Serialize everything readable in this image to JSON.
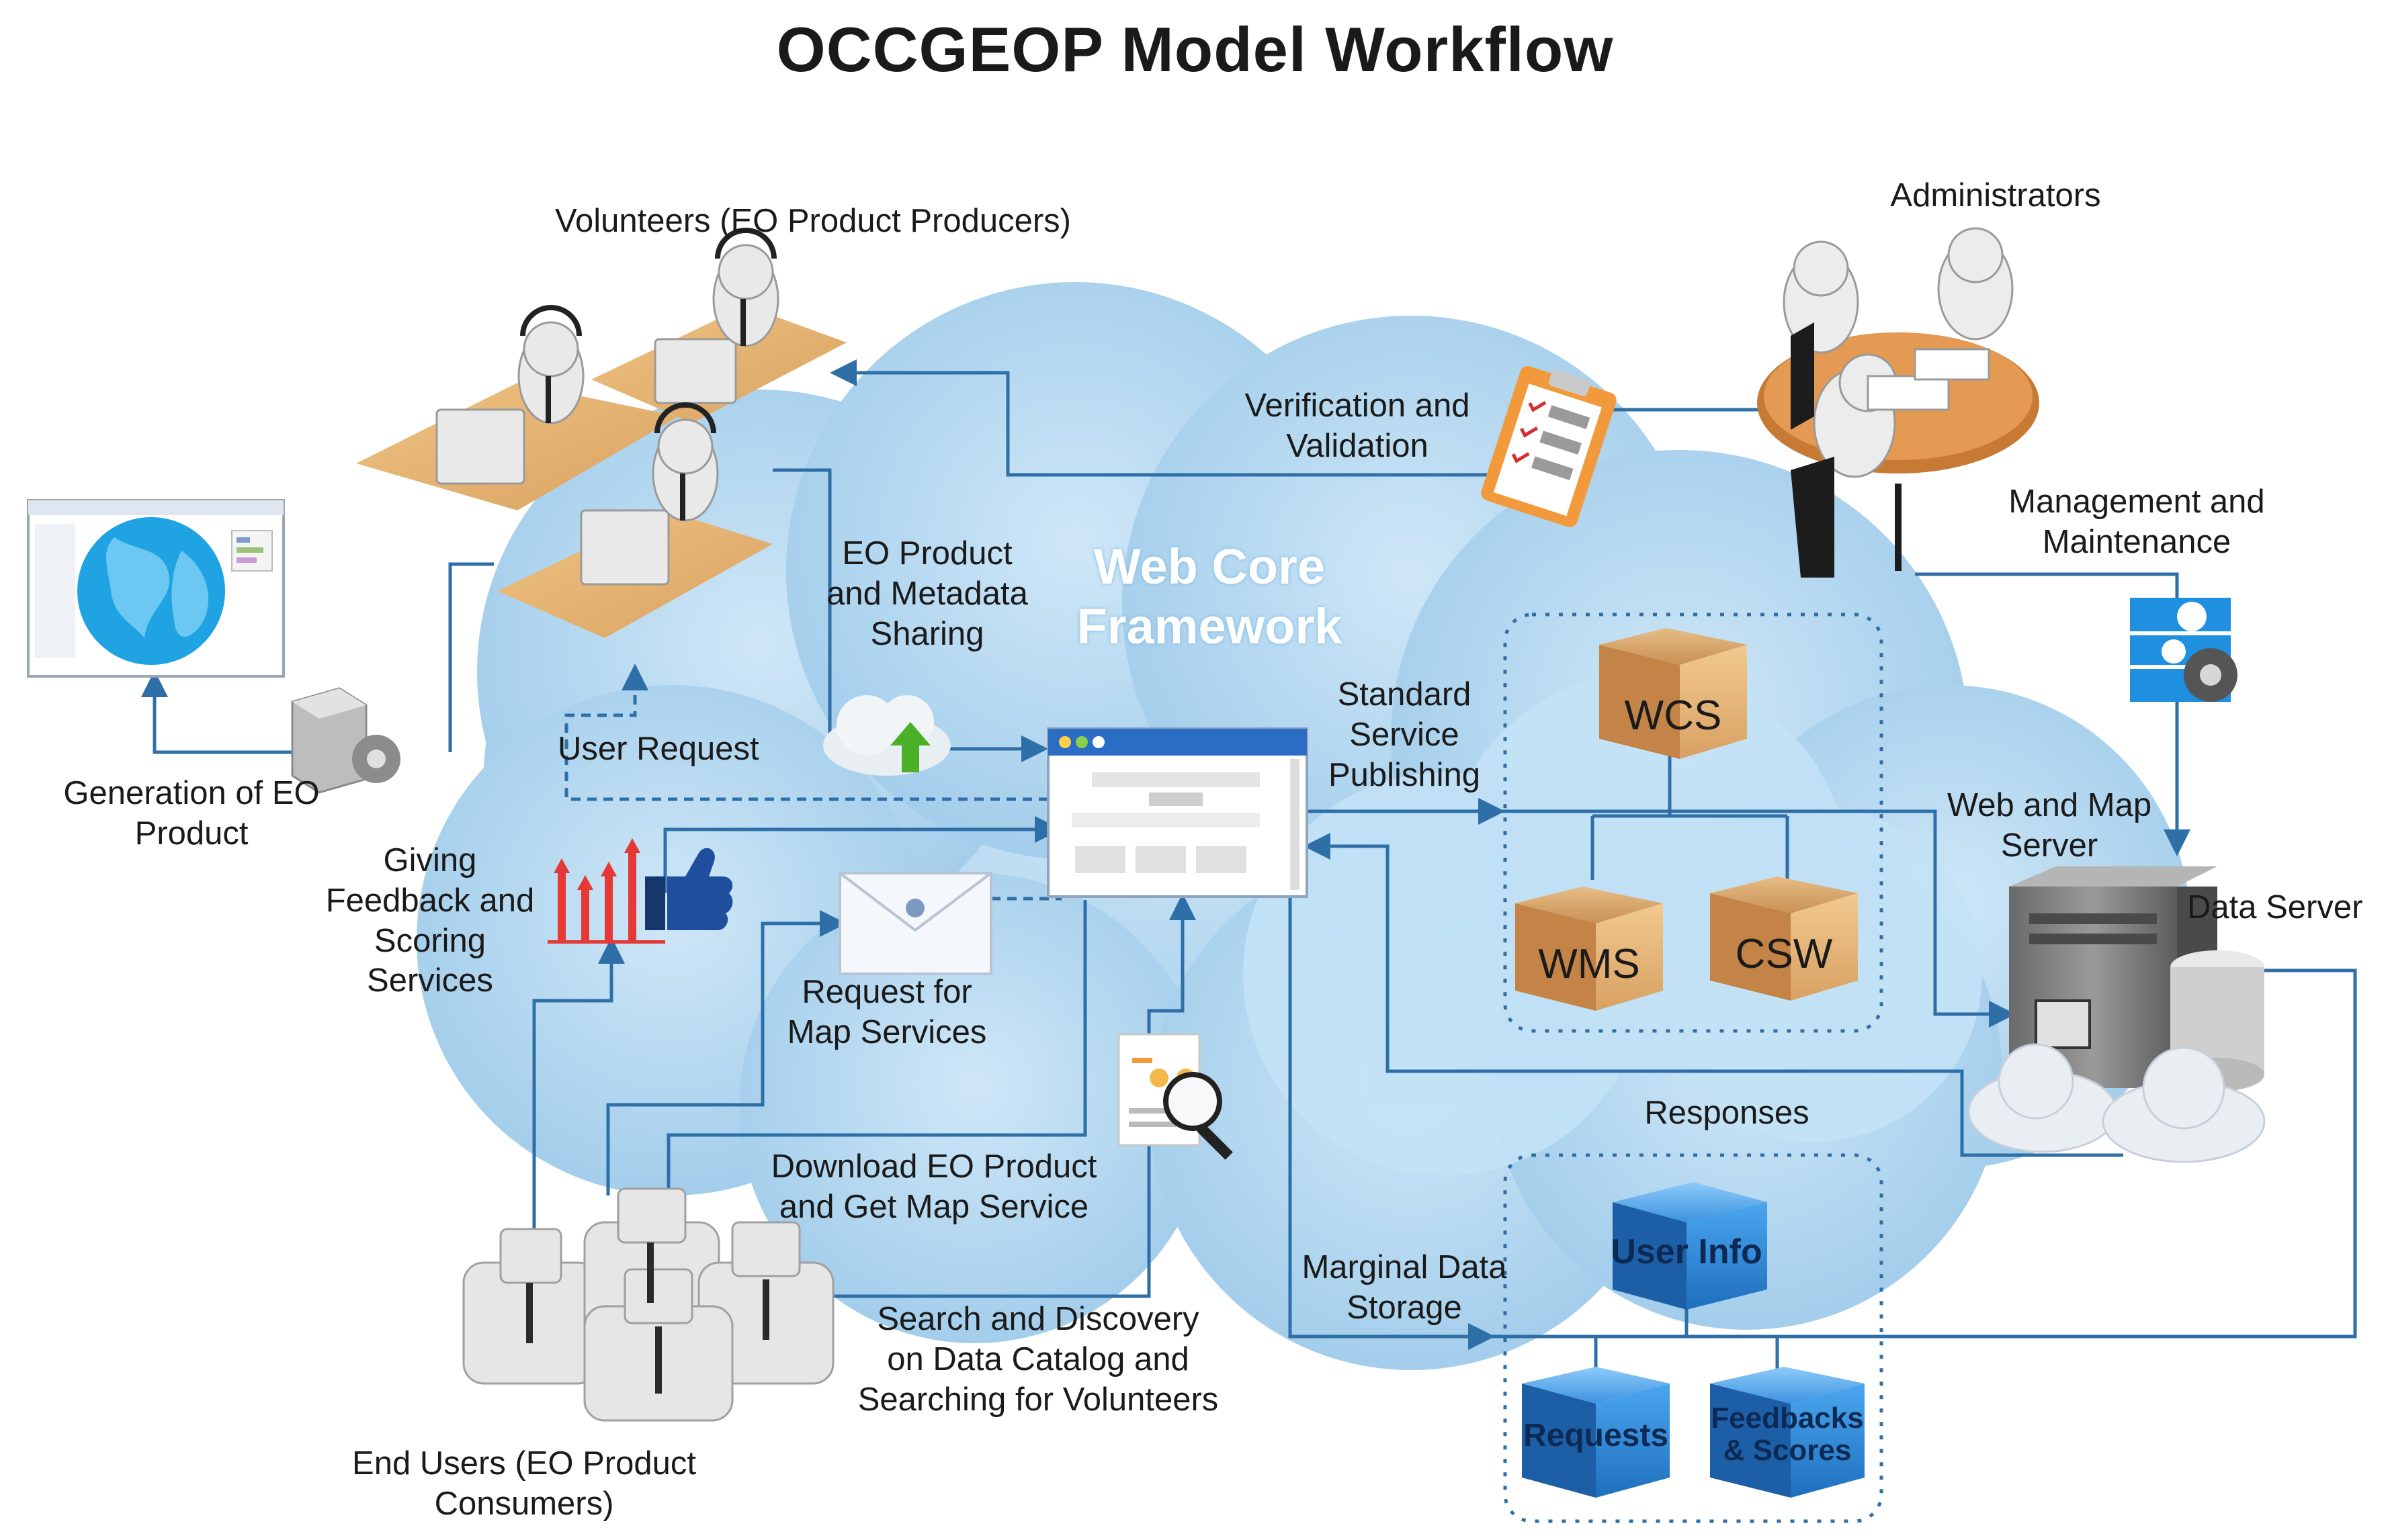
{
  "title": "OCCGEOP Model Workflow",
  "core": {
    "line1": "Web Core",
    "line2": "Framework"
  },
  "actors": {
    "volunteers": "Volunteers (EO Product Producers)",
    "administrators": "Administrators",
    "end_users": "End Users (EO Product Consumers)",
    "data_server": "Data Server",
    "web_map_server": "Web and Map Server"
  },
  "labels": {
    "verification": "Verification and Validation",
    "management": "Management and Maintenance",
    "eo_sharing": "EO Product and Metadata Sharing",
    "generation": "Generation of EO Product",
    "user_request": "User Request",
    "standard_publishing": "Standard Service Publishing",
    "feedback": "Giving Feedback and Scoring Services",
    "request_map": "Request for Map Services",
    "download": "Download EO Product and Get Map Service",
    "search": "Search and Discovery on Data Catalog and Searching for Volunteers",
    "responses": "Responses",
    "marginal": "Marginal Data Storage"
  },
  "services": {
    "wcs": "WCS",
    "wms": "WMS",
    "csw": "CSW"
  },
  "storage": {
    "user_info": "User Info",
    "requests": "Requests",
    "feedbacks": "Feedbacks & Scores"
  },
  "icons": [
    "volunteer-workstation-icon",
    "administrator-meeting-icon",
    "end-user-group-icon",
    "clipboard-checklist-icon",
    "settings-gears-icon",
    "data-server-icon",
    "web-browser-window-icon",
    "cloud-upload-icon",
    "envelope-icon",
    "search-document-icon",
    "feedback-chart-thumbs-up-icon",
    "processing-server-icon",
    "globe-map-application-icon"
  ],
  "colors": {
    "cloud": "#b9dcf2",
    "arrow": "#2f6fa8",
    "box_brown": "#d9a86c",
    "box_blue": "#2e86d6"
  }
}
